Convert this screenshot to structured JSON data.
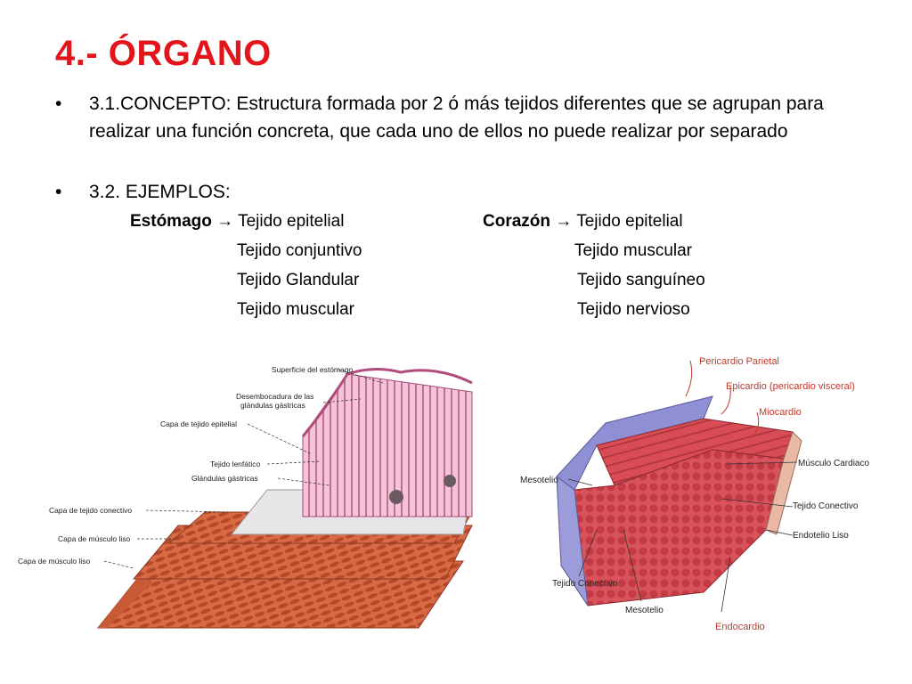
{
  "slide": {
    "title": "4.- ÓRGANO",
    "bullets": [
      {
        "marker": "•",
        "text": "3.1.CONCEPTO: Estructura formada por 2 ó más tejidos diferentes que se agrupan para realizar una función concreta, que cada uno de ellos no puede realizar por separado"
      },
      {
        "marker": "•",
        "text": "3.2. EJEMPLOS:"
      }
    ],
    "examples": {
      "stomach": {
        "organ": "Estómago",
        "arrow": "→",
        "tissues": [
          "Tejido epitelial",
          "Tejido conjuntivo",
          "Tejido Glandular",
          "Tejido muscular"
        ]
      },
      "heart": {
        "organ": "Corazón",
        "arrow": "→",
        "tissues": [
          "Tejido epitelial",
          "Tejido muscular",
          "Tejido sanguíneo",
          "Tejido nervioso"
        ]
      }
    }
  },
  "figures": {
    "stomach_labels": [
      "Superficie del estómago",
      "Desembocadura de las",
      "glándulas gástricas",
      "Capa de tejido epitelial",
      "Tejido lenfático",
      "Glándulas gástricas",
      "Capa de tejido conectivo",
      "Capa de músculo liso",
      "Capa de músculo liso"
    ],
    "heart_labels": {
      "pericardio_parietal": "Pericardio Parietal",
      "epicardio": "Epicardio (pericardio visceral)",
      "miocardio": "Miocardio",
      "musculo_cardiaco": "Músculo Cardiaco",
      "tejido_conectivo_right": "Tejido Conectivo",
      "endotelio_liso": "Endotelio Liso",
      "mesotelio_left": "Mesotelio",
      "tejido_conectivo_bottom": "Tejido Conectivo",
      "mesotelio_bottom": "Mesotelio",
      "endocardio": "Endocardio"
    }
  },
  "colors": {
    "title": "#e3151a",
    "label_red": "#c0392b"
  }
}
